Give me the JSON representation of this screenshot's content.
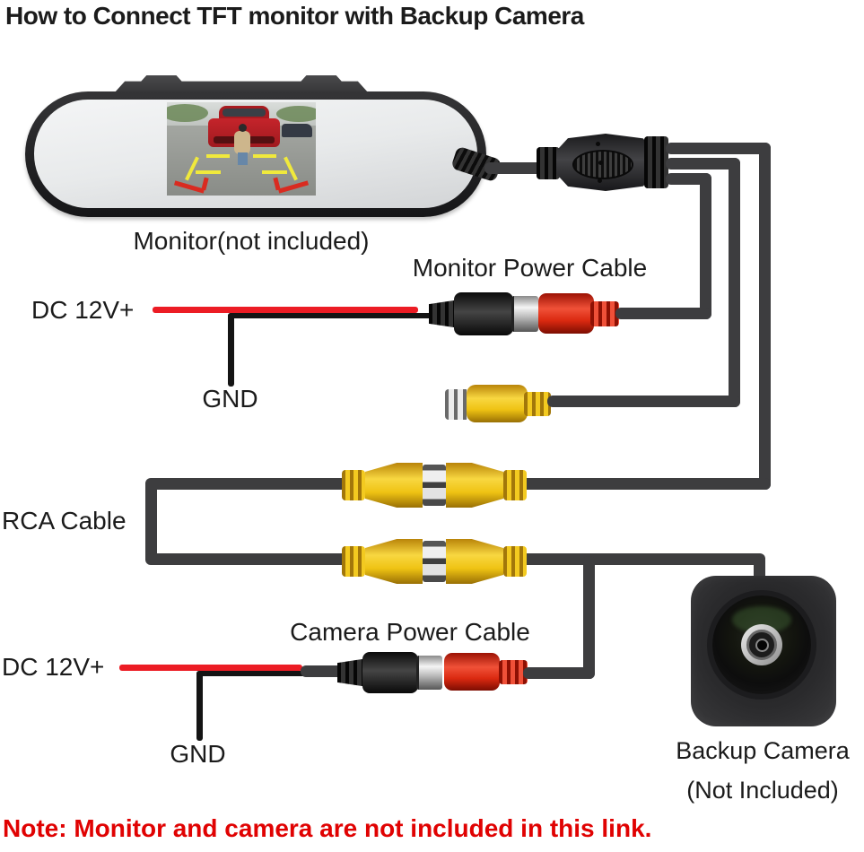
{
  "title": "How to Connect TFT monitor with Backup Camera",
  "monitor": {
    "label": "Monitor(not included)"
  },
  "monitor_power": {
    "label": "Monitor Power Cable",
    "dc_label": "DC 12V+",
    "gnd_label": "GND"
  },
  "rca": {
    "label": "RCA Cable"
  },
  "camera_power": {
    "label": "Camera Power Cable",
    "dc_label": "DC 12V+",
    "gnd_label": "GND"
  },
  "backup_camera": {
    "label": "Backup Camera",
    "sublabel": "(Not Included)"
  },
  "note": "Note: Monitor and camera are not included in this link.",
  "colors": {
    "wire_red": "#ec1c24",
    "wire_black": "#141414",
    "cable_gray": "#3d3d3f",
    "connector_red": "#e8402b",
    "connector_yellow": "#f1c51d",
    "rca_silver": "#d8d8d8",
    "note_red": "#e00202",
    "text_black": "#1b1b1b"
  }
}
